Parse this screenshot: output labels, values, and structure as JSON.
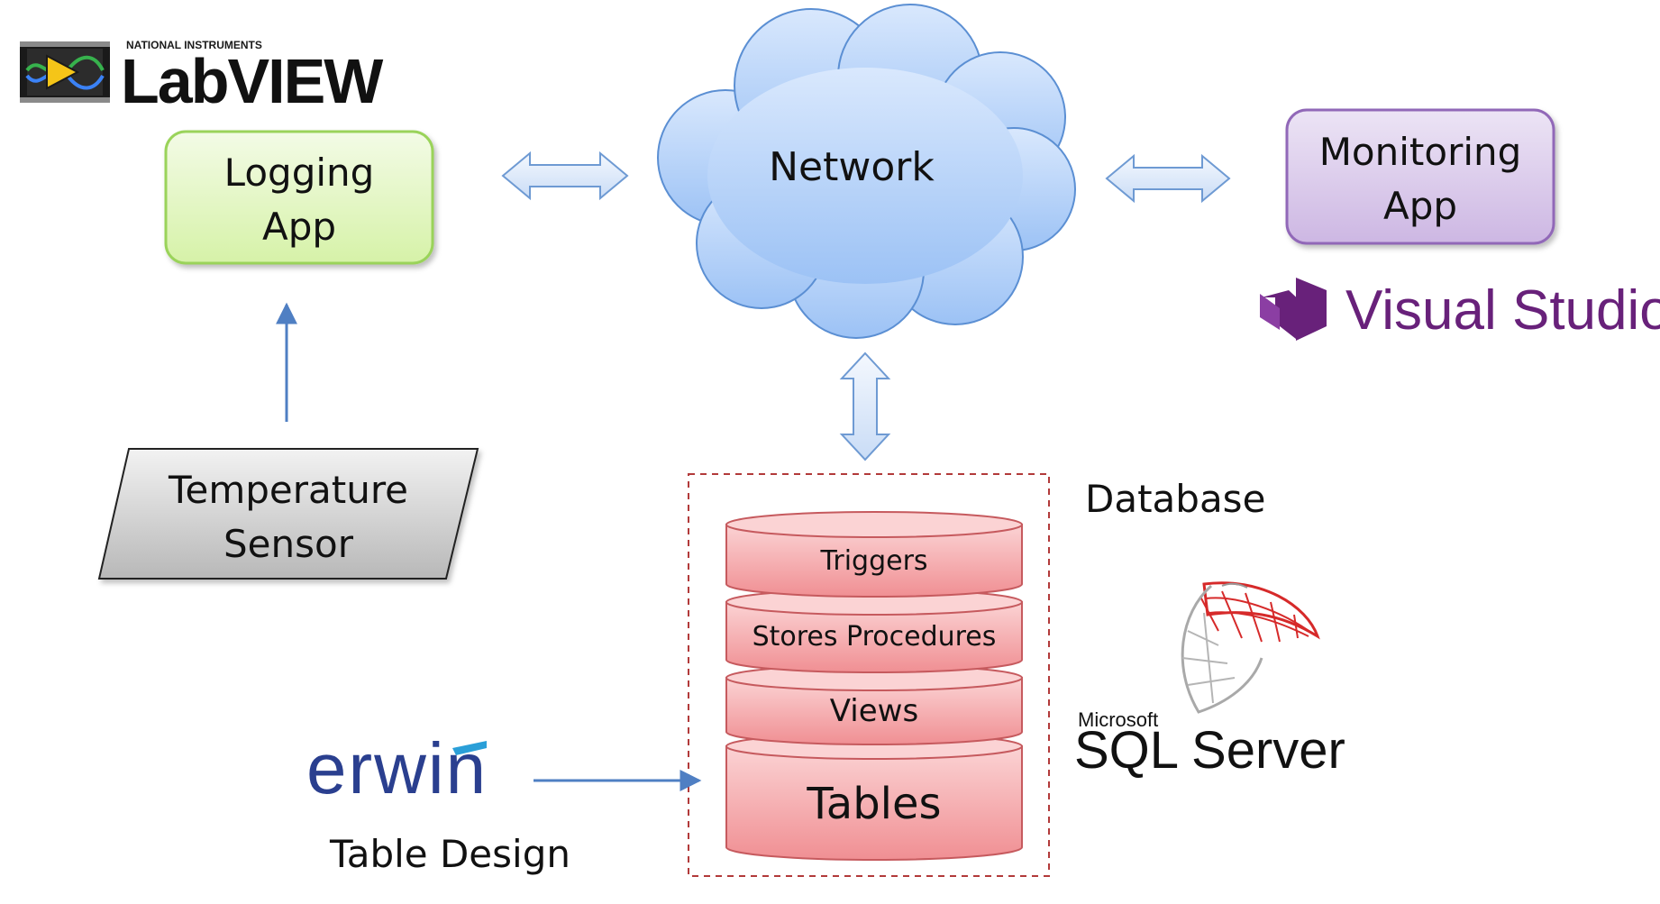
{
  "logos": {
    "labview_top": "NATIONAL INSTRUMENTS",
    "labview": "LabVIEW",
    "visual_studio": "Visual Studio",
    "erwin": "erwin",
    "sql_microsoft": "Microsoft",
    "sql_server": "SQL Server"
  },
  "nodes": {
    "logging_app": [
      "Logging",
      "App"
    ],
    "network": "Network",
    "monitoring_app": [
      "Monitoring",
      "App"
    ],
    "temperature_sensor": [
      "Temperature",
      "Sensor"
    ],
    "database_label": "Database",
    "table_design": "Table Design"
  },
  "database_layers": {
    "triggers": "Triggers",
    "stored_procedures": "Stores Procedures",
    "views": "Views",
    "tables": "Tables"
  },
  "colors": {
    "logging_fill": "#e4f7c4",
    "logging_stroke": "#9ad35a",
    "monitoring_fill": "#ddd0ec",
    "monitoring_stroke": "#9167b8",
    "cloud_fill": "#bcd6fa",
    "cloud_stroke": "#5b8fd3",
    "db_fill": "#f4a9ab",
    "db_stroke": "#c65a5e",
    "arrow_blue": "#4f7fc3",
    "vs_purple": "#68217a",
    "erwin_blue": "#2a3f8f",
    "sql_red": "#d62a2a"
  }
}
